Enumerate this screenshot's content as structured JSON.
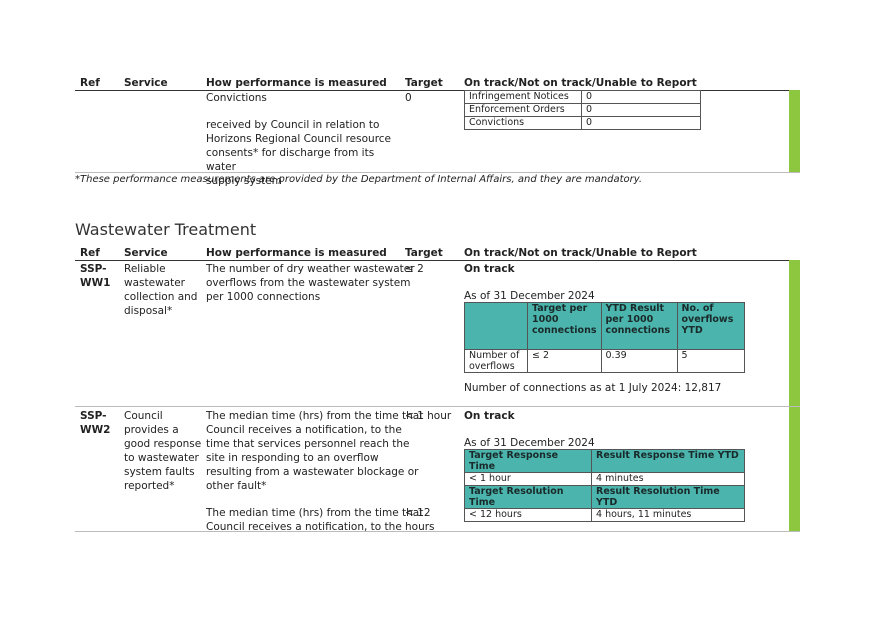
{
  "headers": {
    "ref": "Ref",
    "service": "Service",
    "measure": "How performance is measured",
    "target": "Target",
    "status": "On track/Not on track/Unable to Report"
  },
  "top": {
    "convictions_text": "Convictions",
    "convictions_target": "0",
    "measure_lines": [
      "received by Council in relation to",
      "Horizons Regional Council resource",
      "consents* for discharge from its water",
      "supply system"
    ],
    "table": [
      {
        "label": "Infringement Notices",
        "value": "0"
      },
      {
        "label": "Enforcement Orders",
        "value": "0"
      },
      {
        "label": "Convictions",
        "value": "0"
      }
    ],
    "note": "*These performance measurements are provided by the Department of Internal Affairs, and they are mandatory."
  },
  "section_title": "Wastewater Treatment",
  "ww1": {
    "ref_lines": [
      "SSP-",
      "WW1"
    ],
    "service_lines": [
      "Reliable",
      "wastewater",
      "collection and",
      "disposal*"
    ],
    "measure_lines": [
      "The number of dry weather wastewater",
      "overflows from the wastewater system",
      "per 1000 connections"
    ],
    "target": "≤ 2",
    "status": "On track",
    "as_of": "As of 31 December 2024",
    "table_headers": [
      "",
      "Target per 1000 connections",
      "YTD Result per 1000 connections",
      "No. of overflows YTD"
    ],
    "table_row": [
      "Number of overflows",
      "≤ 2",
      "0.39",
      "5"
    ],
    "connections_note": "Number of connections as at 1 July 2024: 12,817"
  },
  "ww2": {
    "ref_lines": [
      "SSP-",
      "WW2"
    ],
    "service_lines": [
      "Council",
      "provides a",
      "good response",
      "to wastewater",
      "system faults",
      "reported*"
    ],
    "measure1_lines": [
      "The median time (hrs) from the time that",
      "Council receives a notification, to the",
      "time that services personnel reach the",
      "site in responding to an overflow",
      "resulting from a wastewater blockage or",
      "other fault*"
    ],
    "target1": "< 1 hour",
    "measure2_lines": [
      "The median time (hrs) from the time that",
      "Council receives a notification, to the"
    ],
    "target2_lines": [
      "< 12",
      "hours"
    ],
    "status": "On track",
    "as_of": "As of 31 December 2024",
    "table": [
      {
        "left": "Target Response Time",
        "right": "Result Response Time YTD",
        "header": true
      },
      {
        "left": "< 1 hour",
        "right": "4 minutes",
        "header": false
      },
      {
        "left": "Target Resolution Time",
        "right": "Result Resolution Time YTD",
        "header": true
      },
      {
        "left": "< 12 hours",
        "right": "4 hours, 11 minutes",
        "header": false
      }
    ]
  },
  "colors": {
    "teal": "#4bb5ad",
    "green": "#8dc63f"
  }
}
